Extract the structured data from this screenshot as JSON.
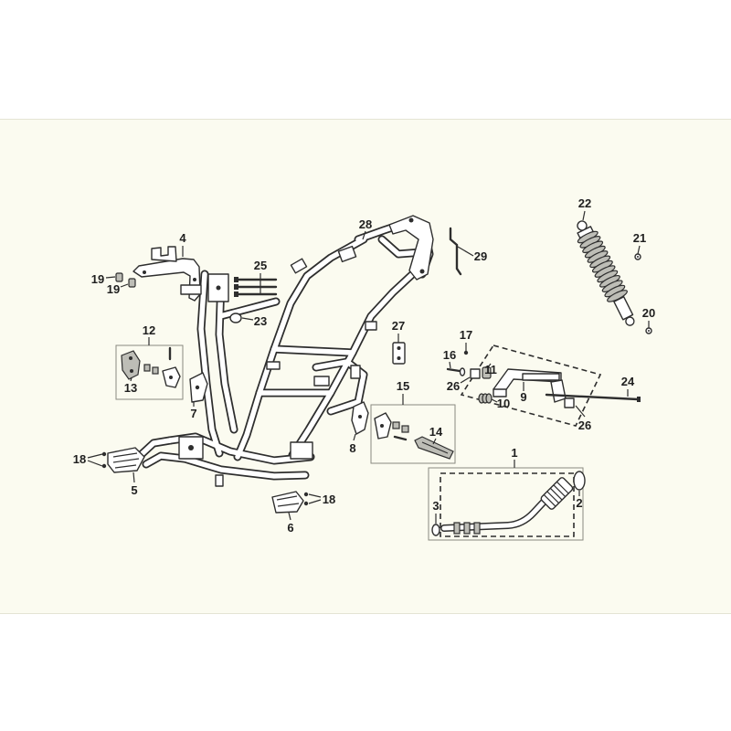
{
  "colors": {
    "page": "#ffffff",
    "panel": "#fbfbf0",
    "panel_edge": "#e4e4d4",
    "line": "#2e2e2e",
    "label": "#1f1f1f"
  },
  "callouts": [
    "22",
    "21",
    "20",
    "28",
    "29",
    "4",
    "25",
    "19",
    "19",
    "23",
    "12",
    "27",
    "17",
    "16",
    "11",
    "26",
    "9",
    "10",
    "24",
    "26",
    "13",
    "7",
    "15",
    "14",
    "8",
    "1",
    "18",
    "5",
    "18",
    "2",
    "3",
    "6"
  ]
}
